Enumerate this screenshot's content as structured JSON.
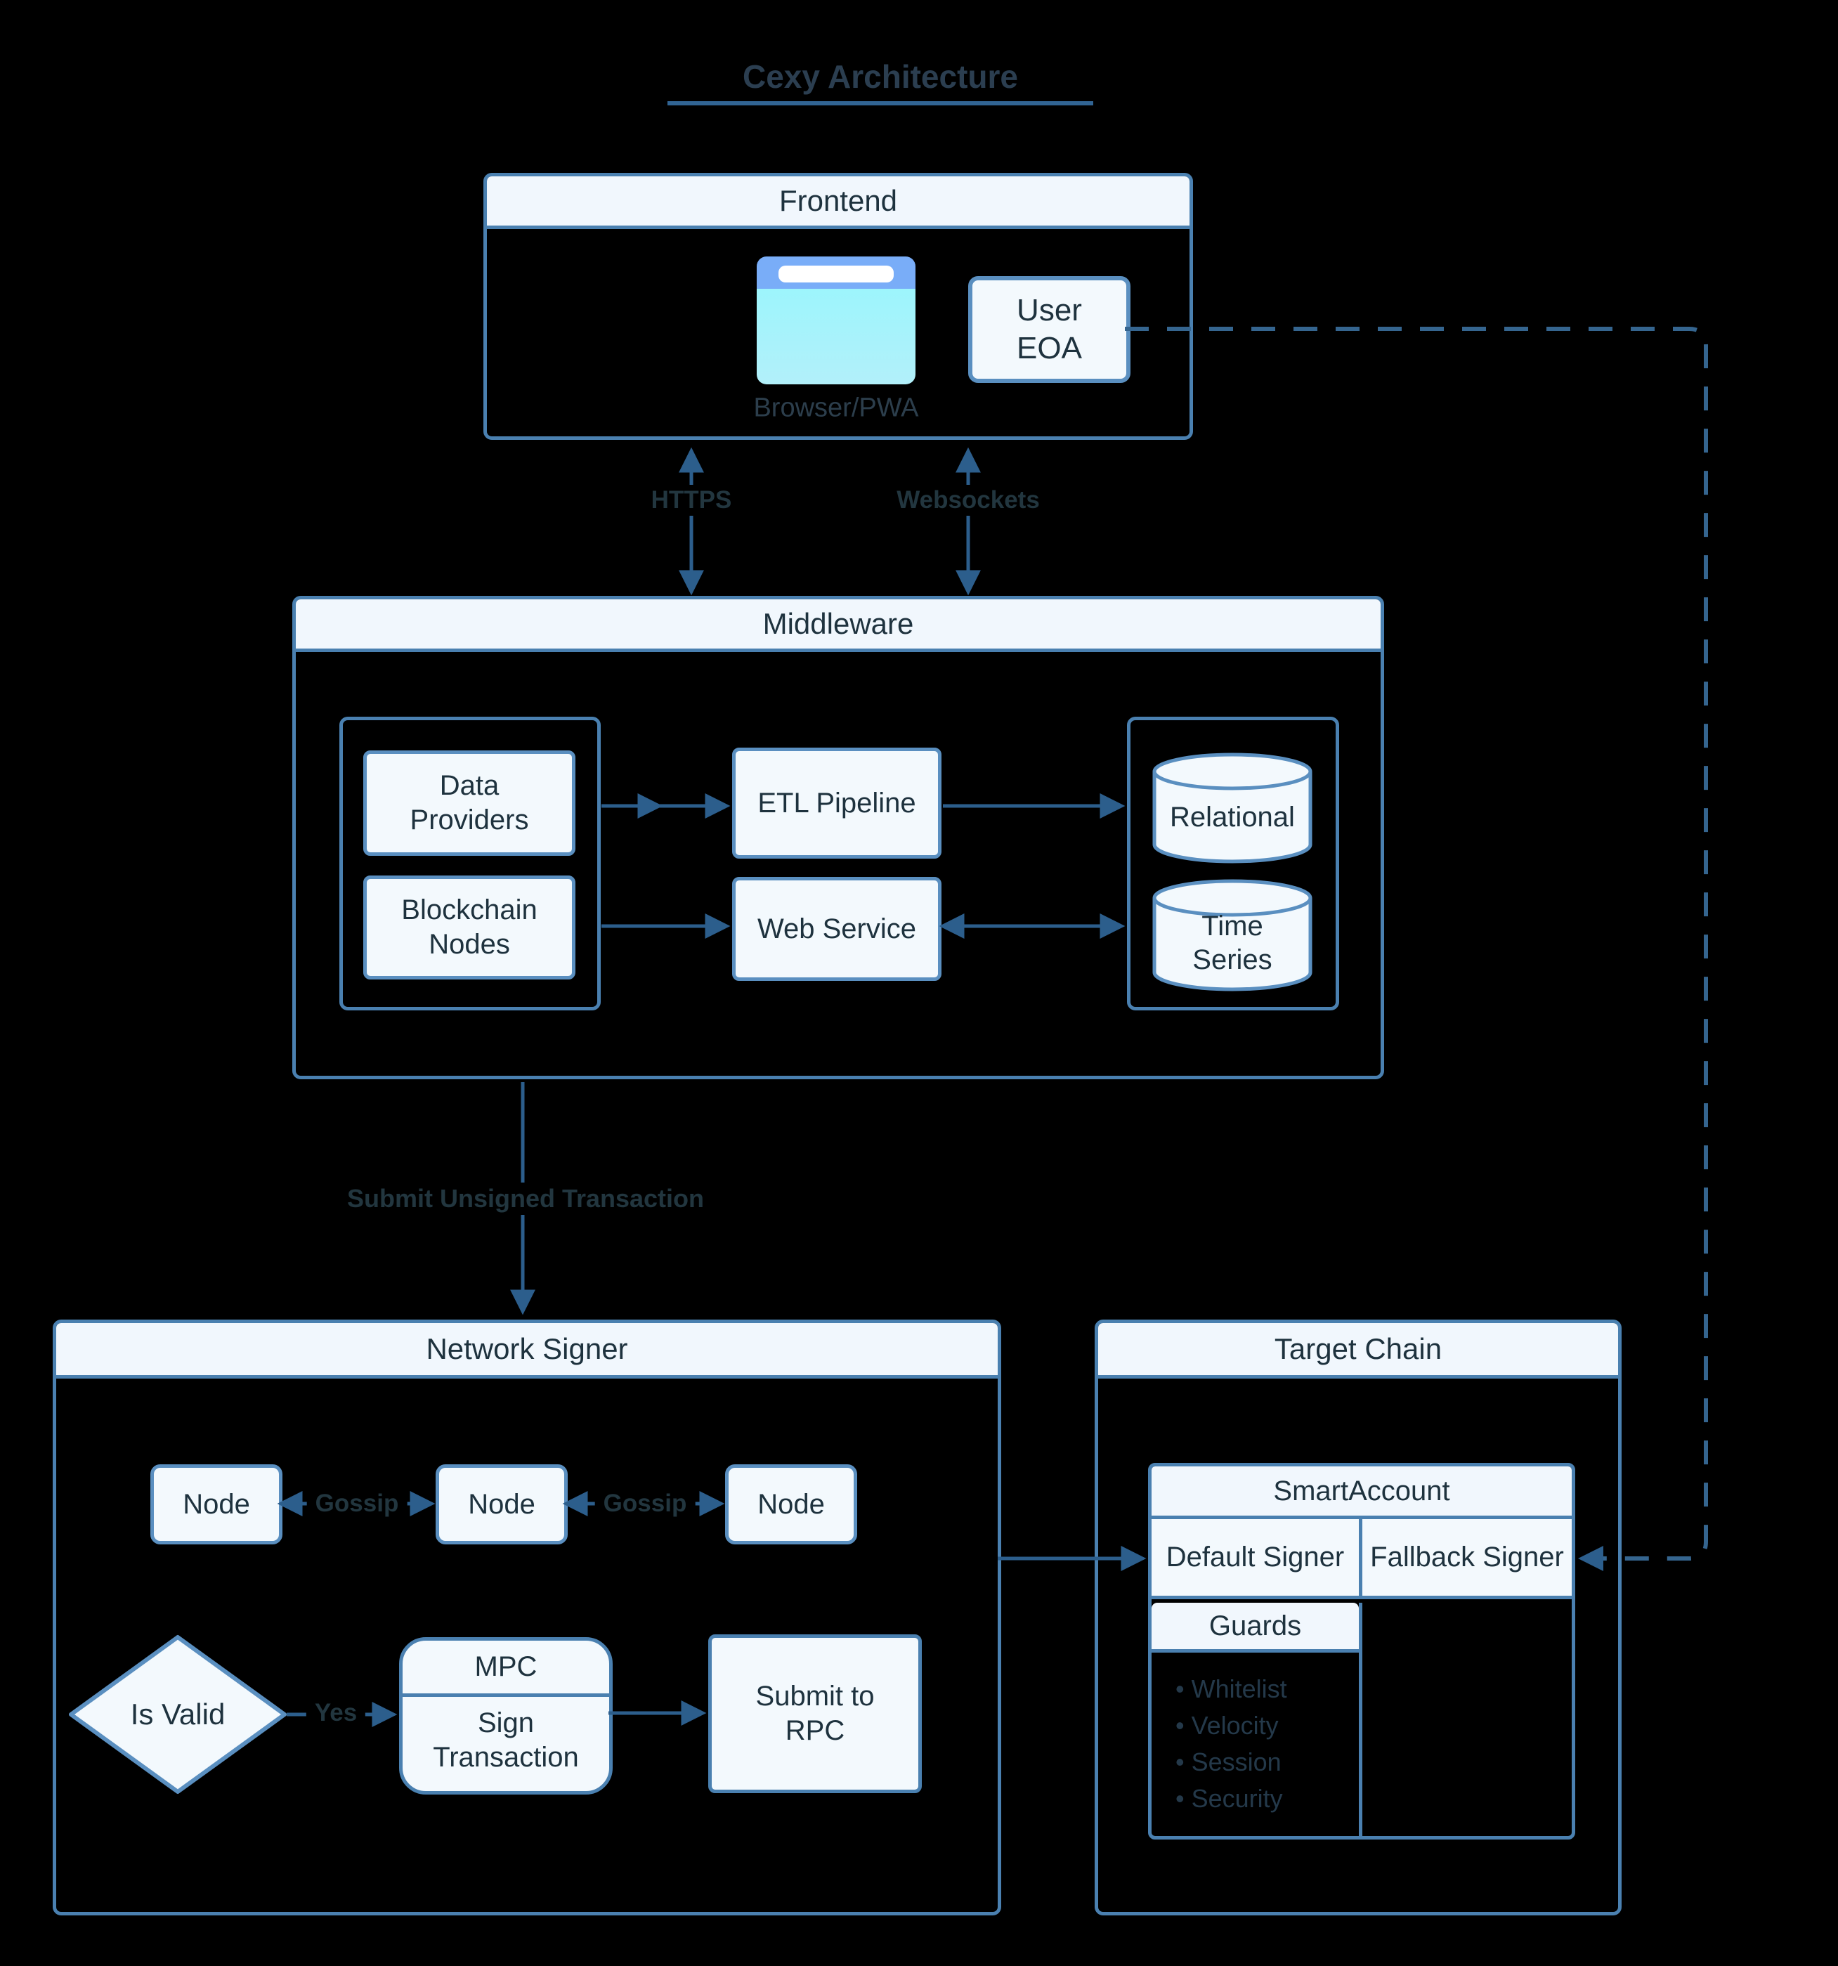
{
  "title": {
    "text": "Cexy Architecture"
  },
  "frontend": {
    "header": "Frontend",
    "browser_caption": "Browser/PWA",
    "user_eoa": "User EOA"
  },
  "middleware": {
    "header": "Middleware",
    "data_providers": "Data Providers",
    "blockchain_nodes": "Blockchain Nodes",
    "etl_pipeline": "ETL Pipeline",
    "web_service": "Web Service",
    "relational": "Relational",
    "time_series": "Time Series"
  },
  "network_signer": {
    "header": "Network Signer",
    "nodes": [
      "Node",
      "Node",
      "Node"
    ],
    "is_valid": "Is Valid",
    "mpc": "MPC",
    "sign_transaction": "Sign Transaction",
    "submit_to_rpc": "Submit to RPC"
  },
  "target_chain": {
    "header": "Target Chain",
    "smart_account": "SmartAccount",
    "default_signer": "Default Signer",
    "fallback_signer": "Fallback Signer",
    "guards_header": "Guards",
    "guard_items": [
      "Whitelist",
      "Velocity",
      "Session",
      "Security"
    ]
  },
  "edge_labels": {
    "https": "HTTPS",
    "websockets": "Websockets",
    "submit_unsigned": "Submit Unsigned Transaction",
    "gossip_left": "Gossip",
    "gossip_right": "Gossip",
    "yes": "Yes"
  },
  "colors": {
    "background": "#000000",
    "box_border": "#4a80b0",
    "node_border": "#5a8fc0",
    "panel_fill": "#f1f7fd",
    "node_fill": "#f3f9fd",
    "arrow": "#2c5e8c",
    "dashed_arrow": "#35658f",
    "dark_text": "#1e323e",
    "edge_label_text": "#22363f",
    "title_text": "#2b3e50",
    "browser_icon_top": "#79adf8",
    "browser_icon_body": "#a5f4fb"
  }
}
